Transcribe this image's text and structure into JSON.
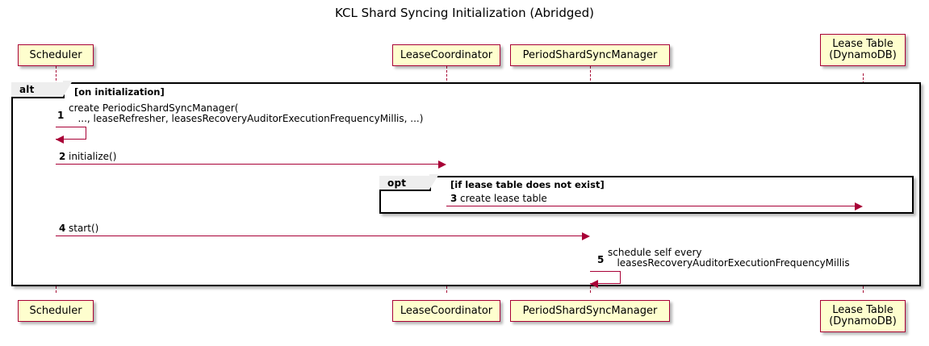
{
  "diagram": {
    "title": "KCL Shard Syncing Initialization (Abridged)",
    "type": "uml-sequence-diagram",
    "colors": {
      "participant_fill": "#FEFECE",
      "participant_border": "#A80036",
      "message_color": "#A80036",
      "fragment_border": "#000000",
      "fragment_label_fill": "#EEEEEE",
      "background": "#FFFFFF"
    }
  },
  "participants": [
    {
      "id": "scheduler",
      "label": "Scheduler",
      "lines": [
        "Scheduler"
      ]
    },
    {
      "id": "leasecoord",
      "label": "LeaseCoordinator",
      "lines": [
        "LeaseCoordinator"
      ]
    },
    {
      "id": "shardsync",
      "label": "PeriodShardSyncManager",
      "lines": [
        "PeriodShardSyncManager"
      ]
    },
    {
      "id": "leasetable",
      "label": "Lease Table\n(DynamoDB)",
      "lines": [
        "Lease Table",
        "(DynamoDB)"
      ]
    }
  ],
  "fragments": [
    {
      "id": "alt-frag",
      "operator": "alt",
      "condition": "[on initialization]"
    },
    {
      "id": "opt-frag",
      "operator": "opt",
      "condition": "[if lease table does not exist]"
    }
  ],
  "messages": [
    {
      "seq": "1",
      "from": "scheduler",
      "to": "scheduler",
      "kind": "self",
      "label": "create PeriodicShardSyncManager(\n   ..., leaseRefresher, leasesRecoveryAuditorExecutionFrequencyMillis, ...)",
      "line1": "create PeriodicShardSyncManager(",
      "line2": "   ..., leaseRefresher, leasesRecoveryAuditorExecutionFrequencyMillis, ...)"
    },
    {
      "seq": "2",
      "from": "scheduler",
      "to": "leasecoord",
      "kind": "sync",
      "label": "initialize()"
    },
    {
      "seq": "3",
      "from": "leasecoord",
      "to": "leasetable",
      "kind": "sync",
      "label": "create lease table"
    },
    {
      "seq": "4",
      "from": "scheduler",
      "to": "shardsync",
      "kind": "sync",
      "label": "start()"
    },
    {
      "seq": "5",
      "from": "shardsync",
      "to": "shardsync",
      "kind": "self",
      "label": "schedule self every\n   leasesRecoveryAuditorExecutionFrequencyMillis",
      "line1": "schedule self every",
      "line2": "   leasesRecoveryAuditorExecutionFrequencyMillis"
    }
  ]
}
